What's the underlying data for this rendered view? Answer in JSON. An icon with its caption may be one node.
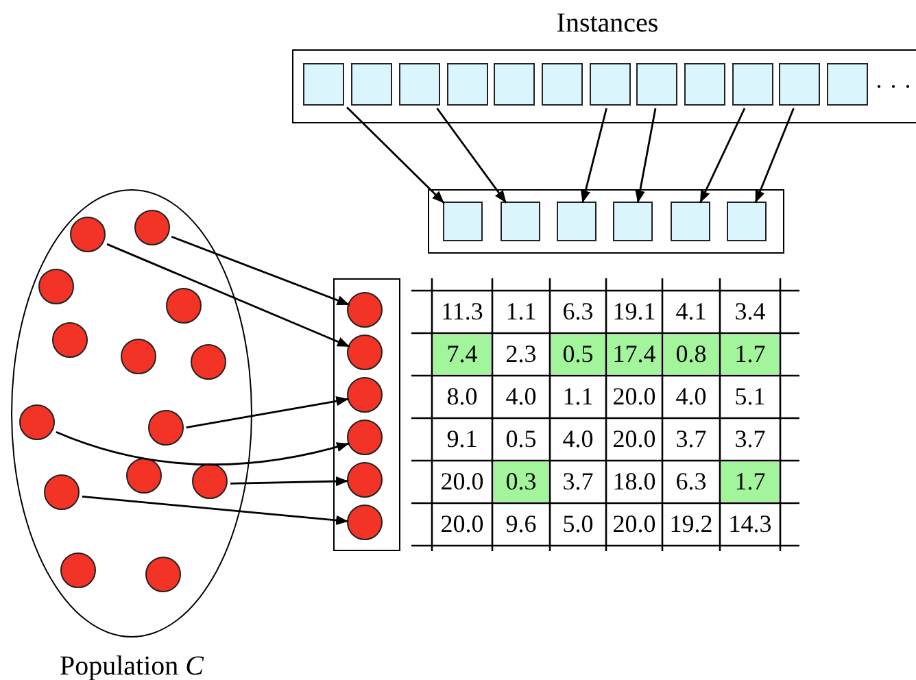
{
  "diagram": {
    "nodes": [
      {
        "text": [
          "Instances"
        ]
      },
      {
        "text": [],
        "shape": "box",
        "in": 0
      },
      {
        "text": [],
        "shape": "box",
        "in": 0
      },
      {
        "text": [],
        "shape": "box",
        "in": 0
      },
      {
        "text": [],
        "shape": "box",
        "in": 0
      },
      {
        "text": [],
        "shape": "box",
        "in": 0
      },
      {
        "text": [],
        "shape": "box",
        "in": 0
      },
      {
        "text": [],
        "shape": "box",
        "in": 0
      },
      {
        "text": [],
        "shape": "box",
        "in": 0
      },
      {
        "text": [],
        "shape": "box",
        "in": 0
      },
      {
        "text": [],
        "shape": "box",
        "in": 0
      },
      {
        "text": [],
        "shape": "box",
        "in": 0
      },
      {
        "text": [],
        "shape": "box",
        "in": 0
      },
      {
        "text": [],
        "shape": "box"
      },
      {
        "text": [],
        "shape": "box",
        "in": 13
      },
      {
        "text": [],
        "shape": "box",
        "in": 13
      },
      {
        "text": [],
        "shape": "box",
        "in": 13
      },
      {
        "text": [],
        "shape": "box",
        "in": 13
      },
      {
        "text": [],
        "shape": "box",
        "in": 13
      },
      {
        "text": [],
        "shape": "box",
        "in": 13
      },
      {
        "text": [
          "Population *C*"
        ]
      },
      {
        "text": [],
        "shape": "circle",
        "in": 20
      },
      {
        "text": [],
        "shape": "circle",
        "in": 20
      },
      {
        "text": [],
        "shape": "circle",
        "in": 20
      },
      {
        "text": [],
        "shape": "circle",
        "in": 20
      },
      {
        "text": [],
        "shape": "circle",
        "in": 20
      },
      {
        "text": [],
        "shape": "circle",
        "in": 20
      },
      {
        "text": [],
        "shape": "circle",
        "in": 20
      },
      {
        "text": [],
        "shape": "circle",
        "in": 20
      },
      {
        "text": [],
        "shape": "circle",
        "in": 20
      },
      {
        "text": [],
        "shape": "circle",
        "in": 20
      },
      {
        "text": [],
        "shape": "circle",
        "in": 20
      },
      {
        "text": [],
        "shape": "circle",
        "in": 20
      },
      {
        "text": [],
        "shape": "circle",
        "in": 20
      },
      {
        "text": [],
        "shape": "circle",
        "in": 20
      },
      {
        "text": [],
        "shape": "box"
      },
      {
        "text": [],
        "shape": "circle",
        "in": 35
      },
      {
        "text": [],
        "shape": "circle",
        "in": 35
      },
      {
        "text": [],
        "shape": "circle",
        "in": 35
      },
      {
        "text": [],
        "shape": "circle",
        "in": 35
      },
      {
        "text": [],
        "shape": "circle",
        "in": 35
      },
      {
        "text": [],
        "shape": "circle",
        "in": 35
      }
    ],
    "edges": [
      {
        "from": 1,
        "to": 14,
        "arrow": "to"
      },
      {
        "from": 3,
        "to": 15,
        "arrow": "to"
      },
      {
        "from": 7,
        "to": 16,
        "arrow": "to"
      },
      {
        "from": 8,
        "to": 17,
        "arrow": "to"
      },
      {
        "from": 10,
        "to": 18,
        "arrow": "to"
      },
      {
        "from": 11,
        "to": 19,
        "arrow": "to"
      },
      {
        "from": 22,
        "to": 36,
        "arrow": "to"
      },
      {
        "from": 21,
        "to": 37,
        "arrow": "to"
      },
      {
        "from": 29,
        "to": 38,
        "arrow": "to"
      },
      {
        "from": 28,
        "to": 39,
        "arrow": "to"
      },
      {
        "from": 31,
        "to": 40,
        "arrow": "to"
      },
      {
        "from": 32,
        "to": 41,
        "arrow": "to"
      }
    ],
    "labels": [
      "· · ·",
      "11.3",
      "1.1",
      "6.3",
      "19.1",
      "4.1",
      "3.4",
      "7.4",
      "2.3",
      "0.5",
      "17.4",
      "0.8",
      "1.7",
      "8.0",
      "4.0",
      "1.1",
      "20.0",
      "4.0",
      "5.1",
      "9.1",
      "0.5",
      "4.0",
      "20.0",
      "3.7",
      "3.7",
      "20.0",
      "0.3",
      "3.7",
      "18.0",
      "6.3",
      "1.7",
      "20.0",
      "9.6",
      "5.0",
      "20.0",
      "19.2",
      "14.3"
    ]
  }
}
